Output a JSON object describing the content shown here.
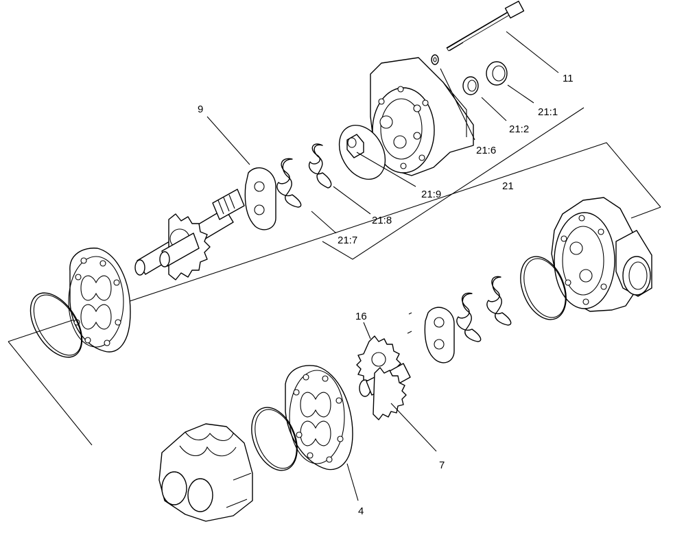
{
  "callouts": {
    "c11": "11",
    "c21_1": "21:1",
    "c21_2": "21:2",
    "c21_6": "21:6",
    "c21": "21",
    "c21_9": "21:9",
    "c21_8": "21:8",
    "c21_7": "21:7",
    "c9": "9",
    "c16": "16",
    "c7": "7",
    "c4": "4"
  }
}
